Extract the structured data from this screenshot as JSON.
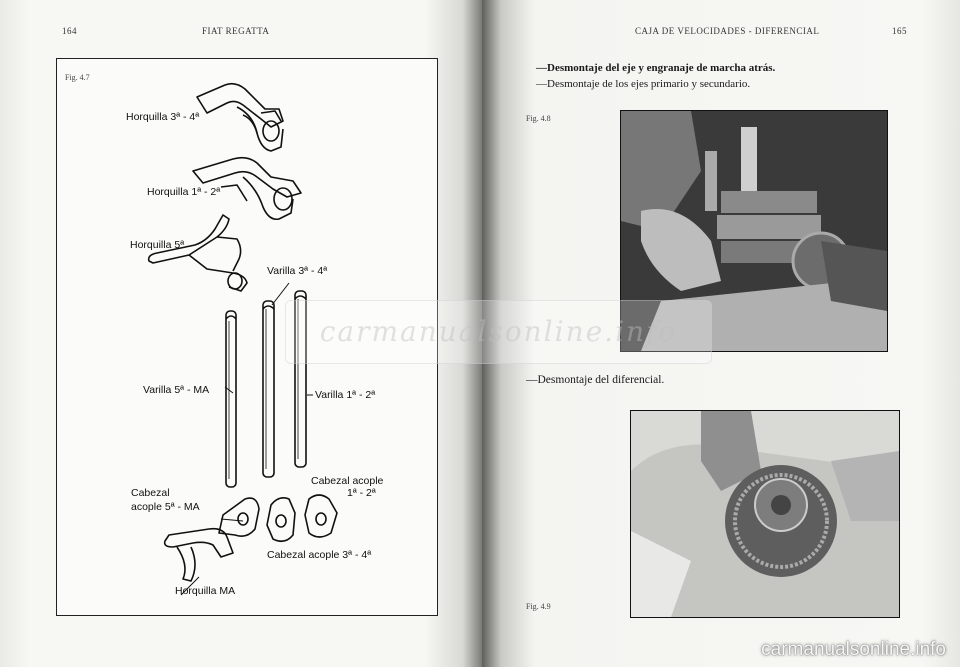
{
  "left_page": {
    "page_number": "164",
    "header": "FIAT REGATTA",
    "figure": {
      "label": "Fig. 4.7",
      "parts": {
        "fork_3_4": "Horquilla 3ª - 4ª",
        "fork_1_2": "Horquilla 1ª - 2ª",
        "fork_5": "Horquilla 5ª",
        "rod_3_4": "Varilla 3ª - 4ª",
        "rod_5_ma": "Varilla 5ª - MA",
        "rod_1_2": "Varilla 1ª - 2ª",
        "head_1_2_a": "Cabezal acople",
        "head_1_2_b": "1ª - 2ª",
        "head_5_a": "Cabezal",
        "head_5_b": "acople 5ª - MA",
        "head_3_4": "Cabezal acople 3ª - 4ª",
        "fork_ma": "Horquilla MA"
      }
    }
  },
  "right_page": {
    "page_number": "165",
    "header": "CAJA DE VELOCIDADES - DIFERENCIAL",
    "steps": [
      "—Desmontaje del eje y engranaje de marcha atrás.",
      "—Desmontaje de los ejes primario y secundario.",
      "—Desmontaje del diferencial."
    ],
    "fig_top_label": "Fig. 4.8",
    "fig_bottom_label": "Fig. 4.9"
  },
  "watermark_text": "carmanualsonline.info",
  "site_url": "carmanualsonline.info"
}
